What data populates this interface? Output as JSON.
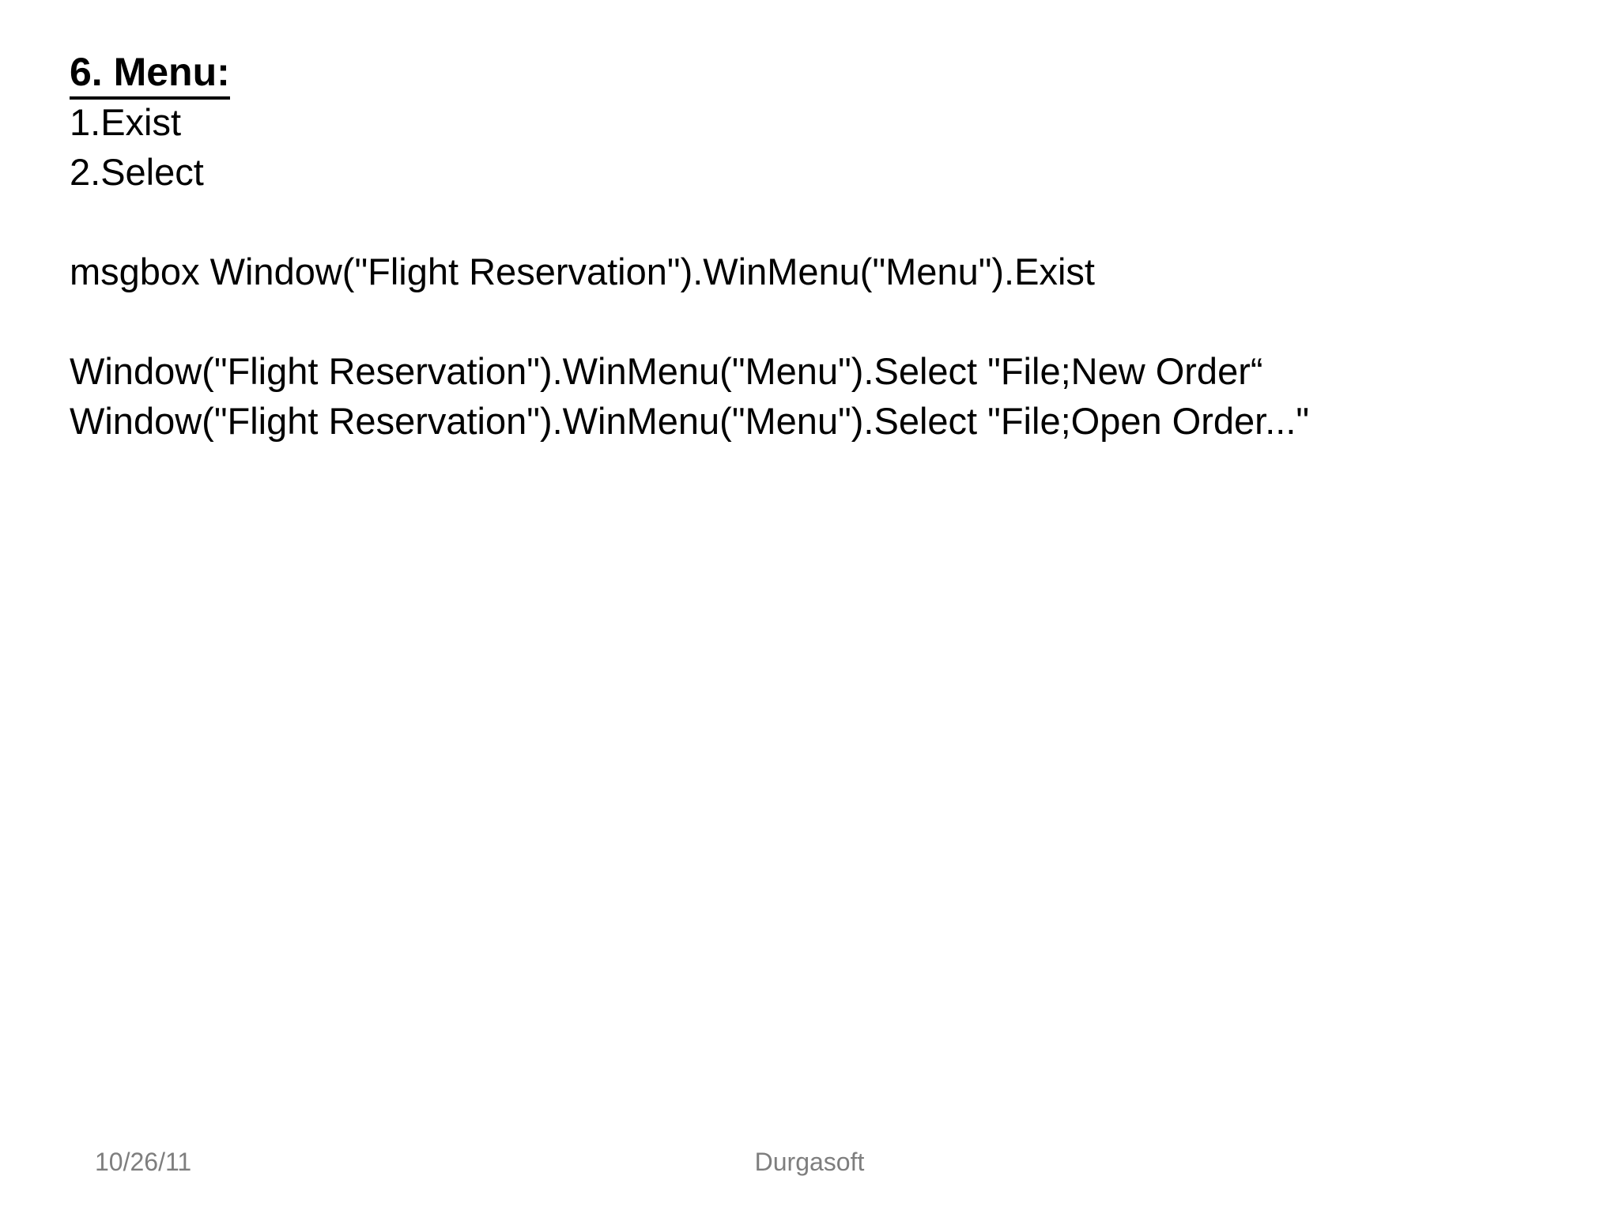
{
  "slide": {
    "title": "6. Menu:",
    "lines": [
      {
        "text": "1.Exist"
      },
      {
        "text": "2.Select"
      },
      {
        "text": ""
      },
      {
        "text": "msgbox Window(\"Flight Reservation\").WinMenu(\"Menu\").Exist"
      },
      {
        "text": ""
      },
      {
        "text": "Window(\"Flight Reservation\").WinMenu(\"Menu\").Select \"File;New Order“"
      },
      {
        "text": "Window(\"Flight Reservation\").WinMenu(\"Menu\").Select \"File;Open Order...\""
      }
    ],
    "footer": {
      "date": "10/26/11",
      "brand": "Durgasoft"
    },
    "colors": {
      "background": "#ffffff",
      "text": "#000000",
      "footer_text": "#7e7e7e"
    }
  }
}
